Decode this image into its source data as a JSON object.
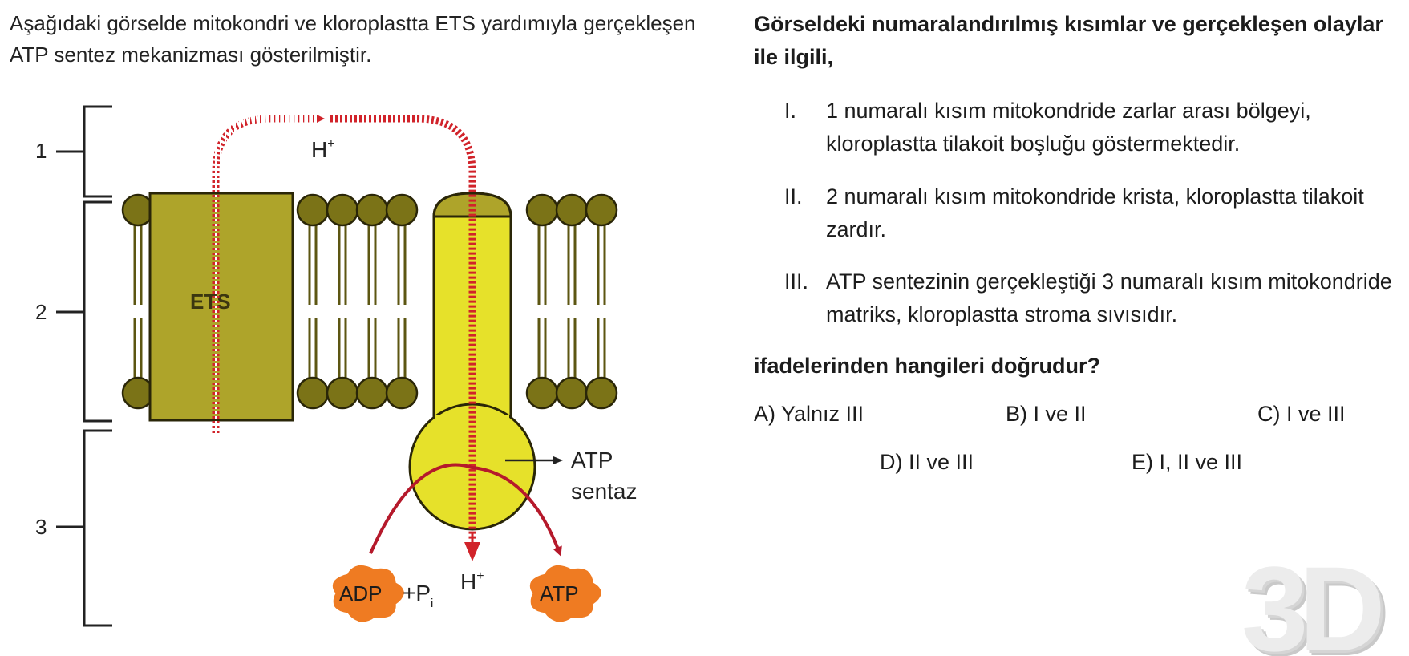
{
  "intro": "Aşağıdaki görselde mitokondri ve kloroplastta ETS yardımıyla gerçekleşen ATP sentez mekanizması gösterilmiştir.",
  "diagram": {
    "region_labels": [
      "1",
      "2",
      "3"
    ],
    "ets_label": "ETS",
    "h_top": "H",
    "h_bottom": "H",
    "h_sup": "+",
    "atp_synthase_line1": "ATP",
    "atp_synthase_line2": "sentaz",
    "adp": "ADP",
    "pi": "+P",
    "pi_sub": "i",
    "atp": "ATP"
  },
  "question": {
    "stem": "Görseldeki numaralandırılmış kısımlar ve gerçekleşen olaylar ile ilgili,",
    "statements": [
      {
        "num": "I.",
        "text": "1 numaralı kısım mitokondride zarlar arası bölgeyi, kloroplastta tilakoit boşluğu göstermektedir."
      },
      {
        "num": "II.",
        "text": "2 numaralı kısım mitokondride krista, kloroplastta tilakoit zardır."
      },
      {
        "num": "III.",
        "text": "ATP sentezinin gerçekleştiği 3 numaralı kısım mitokondride matriks, kloroplastta stroma sıvısıdır."
      }
    ],
    "prompt": "ifadelerinden hangileri doğrudur?",
    "options": [
      "A) Yalnız III",
      "B) I ve II",
      "C) I ve III",
      "D) II ve III",
      "E) I, II ve III"
    ]
  },
  "logo": "3D",
  "colors": {
    "lipid_head": "#7b7317",
    "ets_box": "#aea42a",
    "atp_synthase": "#e6e12a",
    "proton_arrow": "#d1232a",
    "reaction_arrow": "#b5192b",
    "blob": "#ef7b22"
  }
}
